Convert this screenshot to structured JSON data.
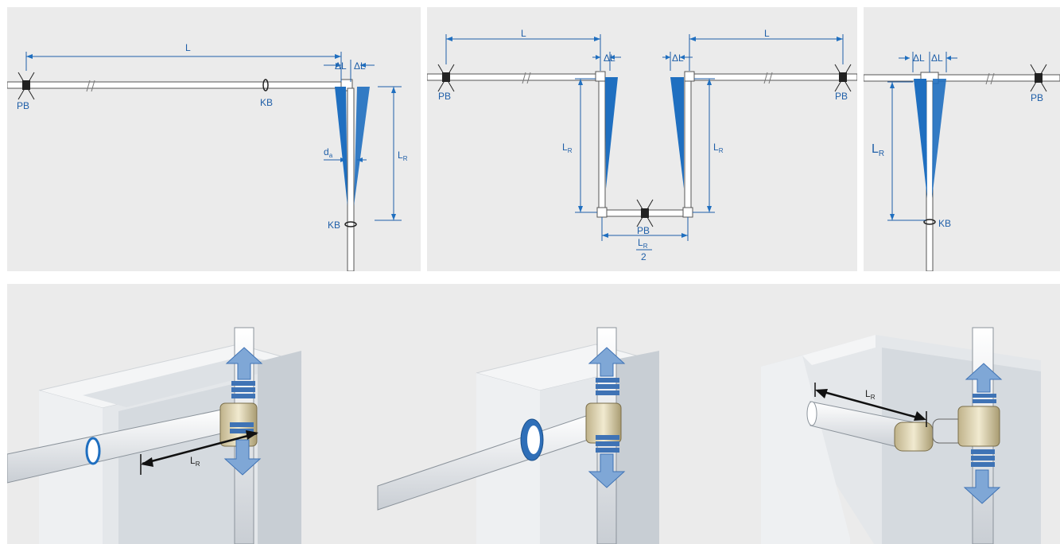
{
  "panel1": {
    "L": "L",
    "dL_left": "ΔL",
    "dL_right": "ΔL",
    "PB": "PB",
    "KB_pipe": "KB",
    "KB_riser": "KB",
    "LR": "L",
    "LR_sub": "R",
    "da": "d",
    "da_sub": "a"
  },
  "panel2": {
    "L_left": "L",
    "L_right": "L",
    "dL_left": "ΔL",
    "dL_right": "ΔL",
    "PB_left": "PB",
    "PB_right": "PB",
    "PB_bottom": "PB",
    "LR_left": "L",
    "LR_left_sub": "R",
    "LR_right": "L",
    "LR_right_sub": "R",
    "LR_half": "L",
    "LR_half_sub": "R",
    "LR_half_den": "2"
  },
  "panel3": {
    "dL_left": "ΔL",
    "dL_right": "ΔL",
    "PB": "PB",
    "KB": "KB",
    "LR": "L",
    "LR_sub": "R"
  },
  "illus1": {
    "LR": "L",
    "LR_sub": "R"
  },
  "illus3": {
    "LR": "L",
    "LR_sub": "R"
  },
  "colors": {
    "accent": "#1f6fc0",
    "panel": "#ebebeb",
    "wall": "#dfe3e8"
  }
}
